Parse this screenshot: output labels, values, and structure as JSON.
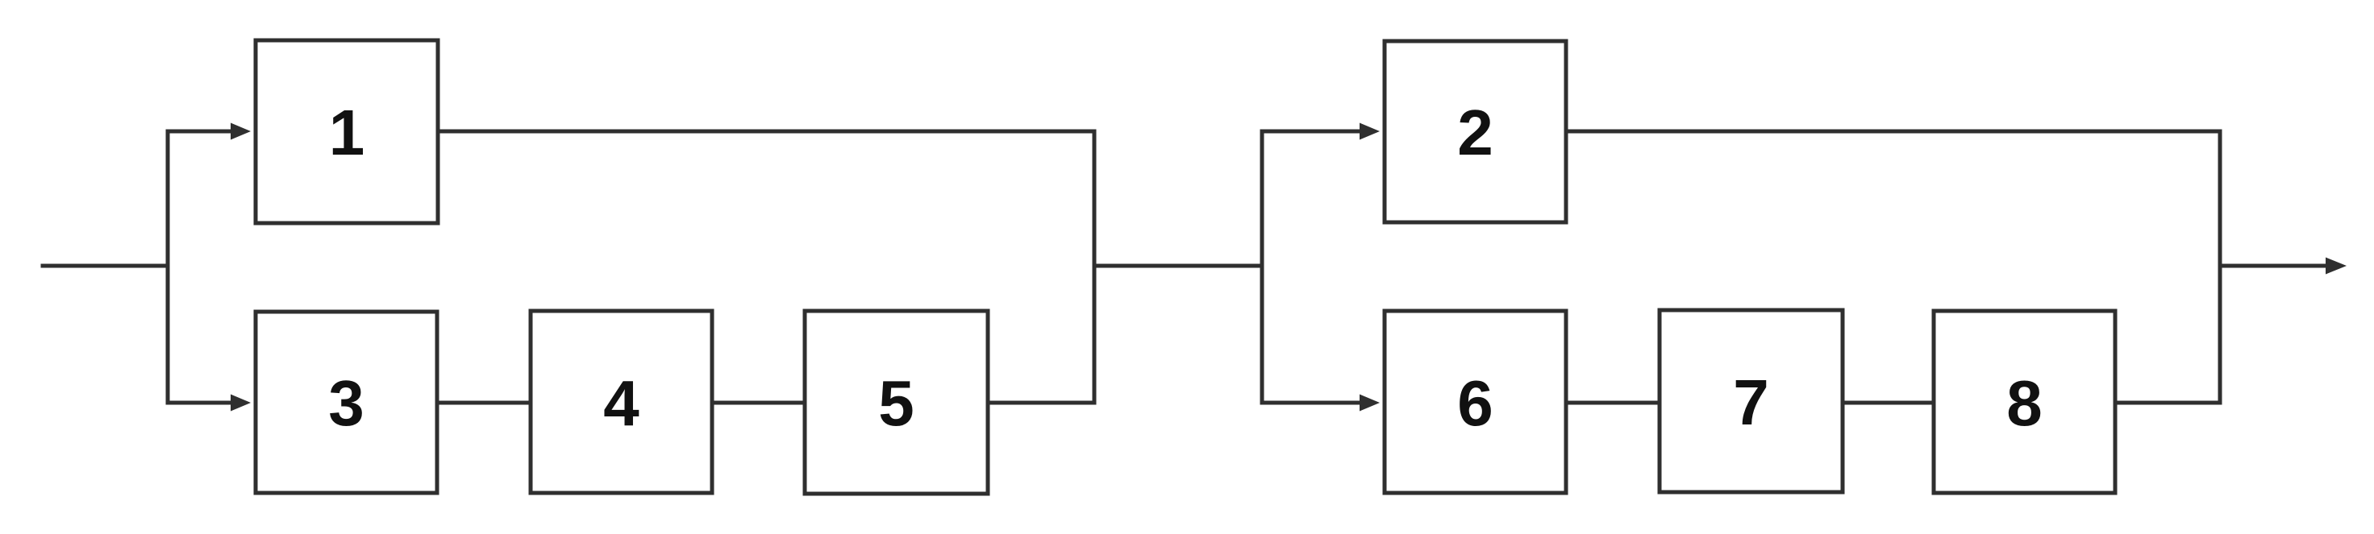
{
  "diagram": {
    "kind": "reliability-block-diagram",
    "flow_direction": "left-to-right",
    "background_color": "#ffffff",
    "line_color": "#2f2f2f",
    "label_color": "#111111",
    "blocks": [
      {
        "id": "block-1",
        "label": "1"
      },
      {
        "id": "block-2",
        "label": "2"
      },
      {
        "id": "block-3",
        "label": "3"
      },
      {
        "id": "block-4",
        "label": "4"
      },
      {
        "id": "block-5",
        "label": "5"
      },
      {
        "id": "block-6",
        "label": "6"
      },
      {
        "id": "block-7",
        "label": "7"
      },
      {
        "id": "block-8",
        "label": "8"
      }
    ],
    "structure": {
      "stages": [
        {
          "parallel_paths": [
            [
              "1"
            ],
            [
              "3",
              "4",
              "5"
            ]
          ]
        },
        {
          "parallel_paths": [
            [
              "2"
            ],
            [
              "6",
              "7",
              "8"
            ]
          ]
        }
      ]
    }
  }
}
